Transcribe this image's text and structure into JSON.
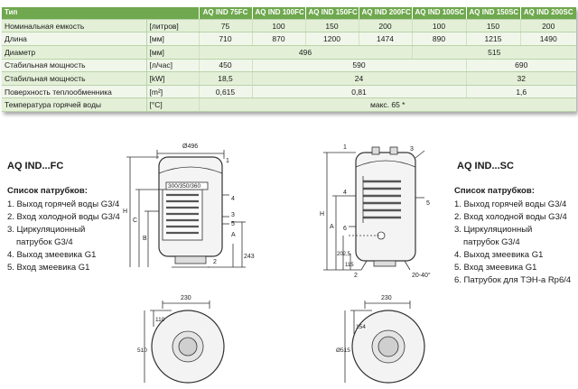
{
  "table": {
    "header": [
      "Тип",
      "AQ IND 75FC",
      "AQ IND 100FC",
      "AQ IND 150FC",
      "AQ IND 200FC",
      "AQ IND 100SC",
      "AQ IND 150SC",
      "AQ IND 200SC"
    ],
    "rows": [
      {
        "label": "Номинальная емкость",
        "unit": "[литров]",
        "values": [
          "75",
          "100",
          "150",
          "200",
          "100",
          "150",
          "200"
        ]
      },
      {
        "label": "Длина",
        "unit": "[мм]",
        "values": [
          "710",
          "870",
          "1200",
          "1474",
          "890",
          "1215",
          "1490"
        ]
      },
      {
        "label": "Диаметр",
        "unit": "[мм]",
        "values": [
          "496",
          "515"
        ]
      },
      {
        "label": "Стабильная мощность",
        "unit": "[л/час]",
        "values": [
          "450",
          "590",
          "690"
        ]
      },
      {
        "label": "Стабильная мощность",
        "unit": "[kW]",
        "values": [
          "18,5",
          "24",
          "32"
        ]
      },
      {
        "label": "Поверхность теплообменника",
        "unit": "[m²]",
        "values": [
          "0,615",
          "0,81",
          "1,6"
        ]
      },
      {
        "label": "Температура горячей воды",
        "unit": "[°C]",
        "values": [
          "макс. 65 *"
        ]
      }
    ]
  },
  "fc": {
    "title": "AQ IND...FC",
    "list_title": "Список патрубков:",
    "items": [
      "1. Выход горячей воды G3/4",
      "2. Вход холодной воды G3/4",
      "3. Циркуляционный",
      "    патрубок G3/4",
      "4. Выход змеевика G1",
      "5. Вход змеевика G1"
    ],
    "drawing_labels": {
      "diameter": "Ø496",
      "heights": "300/350/360",
      "dim_h": "H",
      "dim_c": "C",
      "dim_b": "B",
      "dim_a": "A",
      "dim_243": "243",
      "n1": "1",
      "n2": "2",
      "n3": "3",
      "n4": "4",
      "n5": "5",
      "plan_230": "230",
      "plan_110": "110",
      "plan_510": "510"
    }
  },
  "sc": {
    "title": "AQ IND...SC",
    "list_title": "Список патрубков:",
    "items": [
      "1. Выход горячей воды G3/4",
      "2. Вход холодной воды G3/4",
      "3. Циркуляционный",
      "    патрубок G3/4",
      "4. Выход змеевика G1",
      "5. Вход змеевика G1",
      "6. Патрубок для ТЭН-а Rp6/4"
    ],
    "drawing_labels": {
      "n1": "1",
      "n2": "2",
      "n3": "3",
      "n4": "4",
      "n5": "5",
      "n6": "6",
      "dim_h": "H",
      "dim_a": "A",
      "dim_2025": "202,5",
      "dim_115": "115",
      "dim_2040": "20-40°",
      "plan_230": "230",
      "plan_515": "Ø515",
      "plan_154": "154"
    }
  }
}
